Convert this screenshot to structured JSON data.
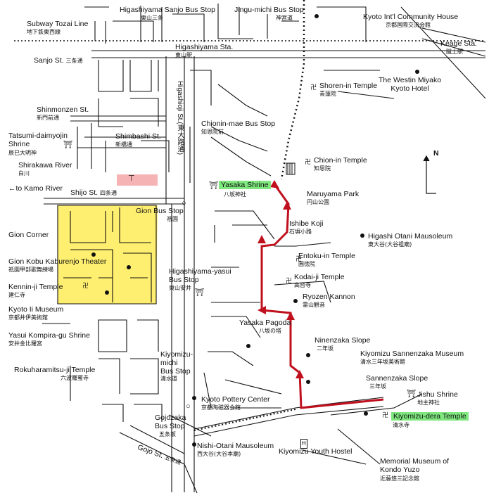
{
  "colors": {
    "route": "#c0101e",
    "gion_district": "#ffef70",
    "highlight": "#7ee77e",
    "shijo_block": "#f5b3b3"
  },
  "icons": {
    "temple": "temple-icon",
    "shrine": "torii-icon",
    "bus": "bus-stop-icon",
    "station": "station-icon",
    "poi": "dot-icon",
    "hostel": "hostel-icon",
    "north": "north-arrow-icon"
  },
  "labels": {
    "subway_tozai": {
      "en": "Subway Tozai Line",
      "jp": "地下鉄東西線"
    },
    "higashiyama_sanjo": {
      "en": "Higashiyama Sanjo Bus Stop",
      "jp": "東山三条"
    },
    "jingu_michi": {
      "en": "Jingu-michi Bus Stop",
      "jp": "神宮道"
    },
    "kyoto_intl": {
      "en": "Kyoto Int'l Community House",
      "jp": "京都国際交流会館"
    },
    "keage": {
      "en": "Keage Sta.",
      "jp": "蹴上駅"
    },
    "sanjo_st": {
      "en": "Sanjo St.",
      "jp": "三条通"
    },
    "higashiyama_sta": {
      "en": "Higashiyama Sta.",
      "jp": "東山駅"
    },
    "shoren_in": {
      "en": "Shoren-in Temple",
      "jp": "青蓮院"
    },
    "westin": {
      "en": "The Westin Miyako\nKyoto Hotel"
    },
    "shinmonzen": {
      "en": "Shinmonzen St.",
      "jp": "新門前通"
    },
    "higashioji": {
      "en": "Higashioji St.(東大路通)"
    },
    "chionin_mae": {
      "en": "Chionin-mae Bus Stop",
      "jp": "知恩院前"
    },
    "tatsumi": {
      "en": "Tatsumi-daimyojin\nShrine",
      "jp": "辰巳大明神"
    },
    "shimbashi": {
      "en": "Shimbashi St.",
      "jp": "新橋通"
    },
    "shirakawa": {
      "en": "Shirakawa River",
      "jp": "白川"
    },
    "chion_in": {
      "en": "Chion-in Temple",
      "jp": "知恩院"
    },
    "yasaka_shrine": {
      "en": "Yasaka Shrine",
      "jp": "八坂神社"
    },
    "kamo": {
      "en": "←to Kamo River"
    },
    "shijo": {
      "en": "Shijo St.",
      "jp": "四条通"
    },
    "maruyama": {
      "en": "Maruyama Park",
      "jp": "円山公園"
    },
    "gion_bus": {
      "en": "Gion Bus Stop",
      "jp": "祇園"
    },
    "gion_corner": {
      "en": "Gion Corner"
    },
    "ishibe": {
      "en": "Ishibe Koji",
      "jp": "石塀小路"
    },
    "higashi_otani": {
      "en": "Higashi Otani Mausoleum",
      "jp": "東大谷(大谷祖廟)"
    },
    "gion_kobu": {
      "en": "Gion Kobu Kaburenjo Theater",
      "jp": "祇園甲部歌舞練場"
    },
    "entoku_in": {
      "en": "Entoku-in Temple",
      "jp": "圓徳院"
    },
    "higashiyama_yasui": {
      "en": "Higashiyama-yasui\nBus Stop",
      "jp": "東山安井"
    },
    "kodai_ji": {
      "en": "Kodai-ji Temple",
      "jp": "高台寺"
    },
    "kennin_ji": {
      "en": "Kennin-ji Temple",
      "jp": "建仁寺"
    },
    "ryozen": {
      "en": "Ryozen Kannon",
      "jp": "霊山観音"
    },
    "kyoto_ii": {
      "en": "Kyoto Ii Museum",
      "jp": "京都井伊美術館"
    },
    "yasaka_pagoda": {
      "en": "Yasaka Pagoda",
      "jp": "八坂の塔"
    },
    "yasui_kompira": {
      "en": "Yasui Kompira-gu Shrine",
      "jp": "安井金比羅宮"
    },
    "ninenzaka": {
      "en": "Ninenzaka Slope",
      "jp": "二年坂"
    },
    "kiyomizu_michi": {
      "en": "Kiyomizu-\nmichi\nBus Stop",
      "jp": "清水道"
    },
    "sannenzaka_museum": {
      "en": "Kiyomizu Sannenzaka Museum",
      "jp": "清水三年坂美術館"
    },
    "rokuharamitsu": {
      "en": "Rokuharamitsu-ji Temple",
      "jp": "六波羅蜜寺"
    },
    "sannenzaka": {
      "en": "Sannenzaka Slope",
      "jp": "三年坂"
    },
    "pottery": {
      "en": "Kyoto Pottery Center",
      "jp": "京都陶磁器会館"
    },
    "jishu": {
      "en": "Jishu Shrine",
      "jp": "地主神社"
    },
    "kiyomizu_dera": {
      "en": "Kiyomizu-dera Temple",
      "jp": "清水寺"
    },
    "gojozaka": {
      "en": "Gojozaka\nBus Stop",
      "jp": "五条坂"
    },
    "gojo": {
      "en": "Gojo St.",
      "jp": "五条通"
    },
    "nishi_otani": {
      "en": "Nishi-Otani Mausoleum",
      "jp": "西大谷(大谷本廟)"
    },
    "youth_hostel": {
      "en": "Kiyomizu Youth Hostel"
    },
    "memorial": {
      "en": "Memorial Museum of\nKondo Yuzo",
      "jp": "近藤悠三記念館"
    },
    "north": {
      "en": "N"
    }
  }
}
